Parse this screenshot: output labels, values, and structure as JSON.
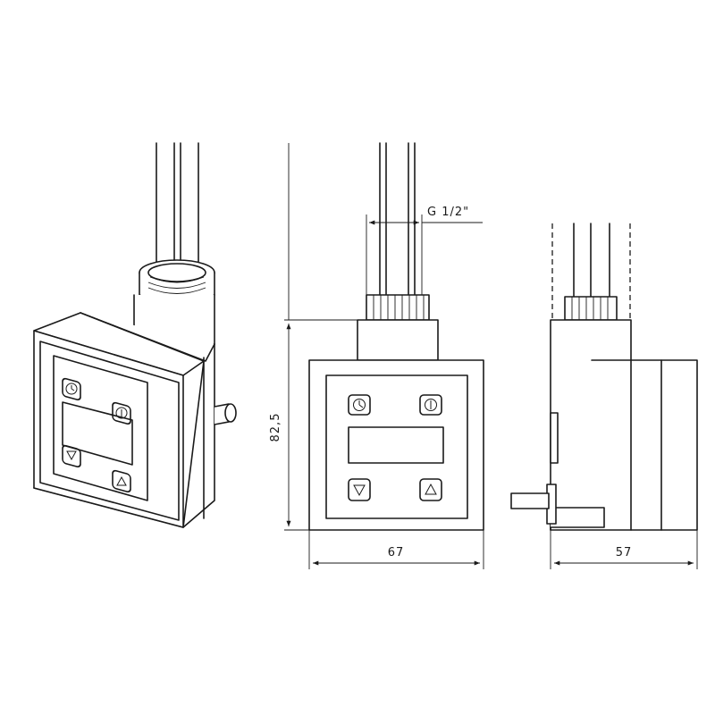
{
  "dimensions": {
    "height": "82,5",
    "width": "67",
    "depth": "57",
    "thread": "G 1/2\""
  },
  "icons": {
    "clock": "clock-icon",
    "power": "power-icon",
    "down": "arrow-down-icon",
    "up": "arrow-up-icon"
  },
  "colors": {
    "line": "#1a1a1a",
    "background": "#ffffff"
  }
}
